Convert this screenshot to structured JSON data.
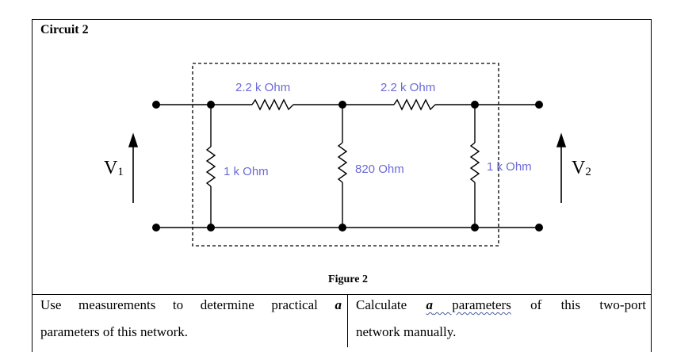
{
  "document": {
    "section_title": "Circuit 2",
    "figure_caption": "Figure 2",
    "table": {
      "left_line1_pre": "Use measurements to determine practical ",
      "left_line1_em": "a",
      "left_line2": "parameters of this network.",
      "right_line1_pre": "Calculate ",
      "right_line1_em": "a",
      "right_line1_sq": " parameters",
      "right_line1_post": " of this two-port",
      "right_line2": "network manually."
    }
  },
  "circuit": {
    "r_series_1": "2.2 k Ohm",
    "r_series_2": "2.2 k Ohm",
    "r_shunt_1": "1 k Ohm",
    "r_shunt_2": "820 Ohm",
    "r_shunt_3": "1 k Ohm",
    "v_in_main": "V",
    "v_in_sub": "1",
    "v_out_main": "V",
    "v_out_sub": "2",
    "wire_color": "#000000",
    "label_color": "#6a6ad8"
  }
}
